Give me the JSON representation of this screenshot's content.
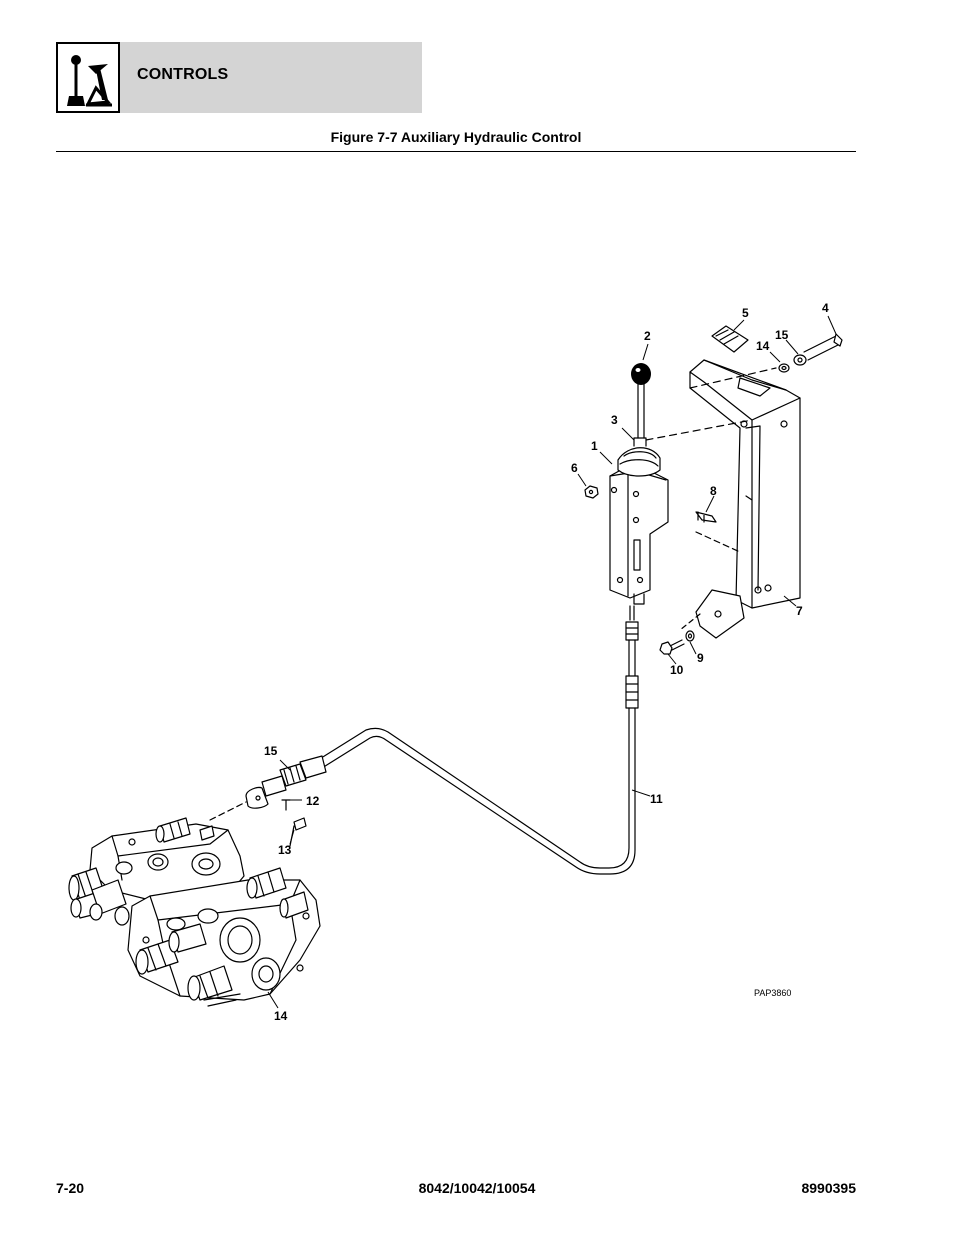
{
  "header": {
    "section_title": "CONTROLS",
    "logo_icon": "joystick-icon"
  },
  "figure": {
    "title": "Figure 7-7 Auxiliary Hydraulic Control",
    "reference_code": "PAP3860",
    "callouts": [
      {
        "id": "c1",
        "label": "1"
      },
      {
        "id": "c2",
        "label": "2"
      },
      {
        "id": "c3",
        "label": "3"
      },
      {
        "id": "c4",
        "label": "4"
      },
      {
        "id": "c5",
        "label": "5"
      },
      {
        "id": "c6",
        "label": "6"
      },
      {
        "id": "c7",
        "label": "7"
      },
      {
        "id": "c8",
        "label": "8"
      },
      {
        "id": "c9",
        "label": "9"
      },
      {
        "id": "c10",
        "label": "10"
      },
      {
        "id": "c11",
        "label": "11"
      },
      {
        "id": "c12",
        "label": "12"
      },
      {
        "id": "c13",
        "label": "13"
      },
      {
        "id": "c14a",
        "label": "14"
      },
      {
        "id": "c14b",
        "label": "14"
      },
      {
        "id": "c15a",
        "label": "15"
      },
      {
        "id": "c15b",
        "label": "15"
      }
    ]
  },
  "footer": {
    "page_number": "7-20",
    "models": "8042/10042/10054",
    "part_number": "8990395"
  }
}
